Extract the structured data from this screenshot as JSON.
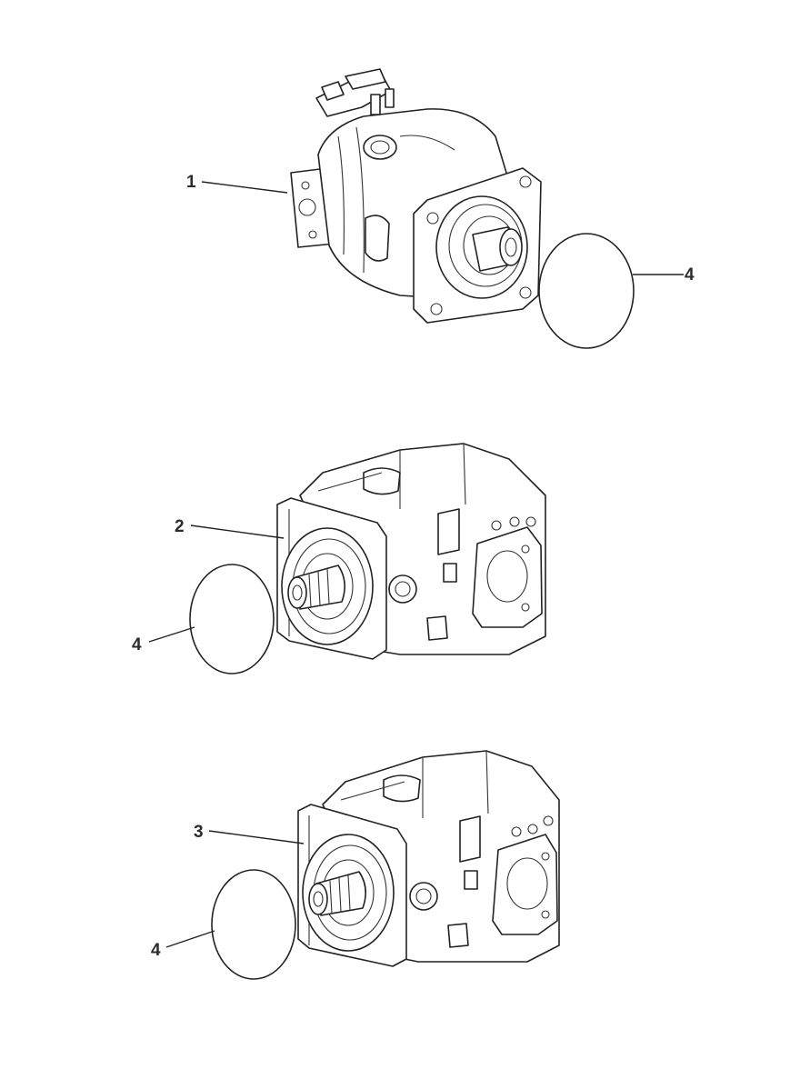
{
  "callouts": {
    "pump_1": "1",
    "pump_2": "2",
    "pump_3": "3",
    "seal_top": "4",
    "seal_middle": "4",
    "seal_bottom": "4"
  },
  "colors": {
    "line": "#222222",
    "background": "#ffffff",
    "callout_text": "#2b2b2b"
  }
}
